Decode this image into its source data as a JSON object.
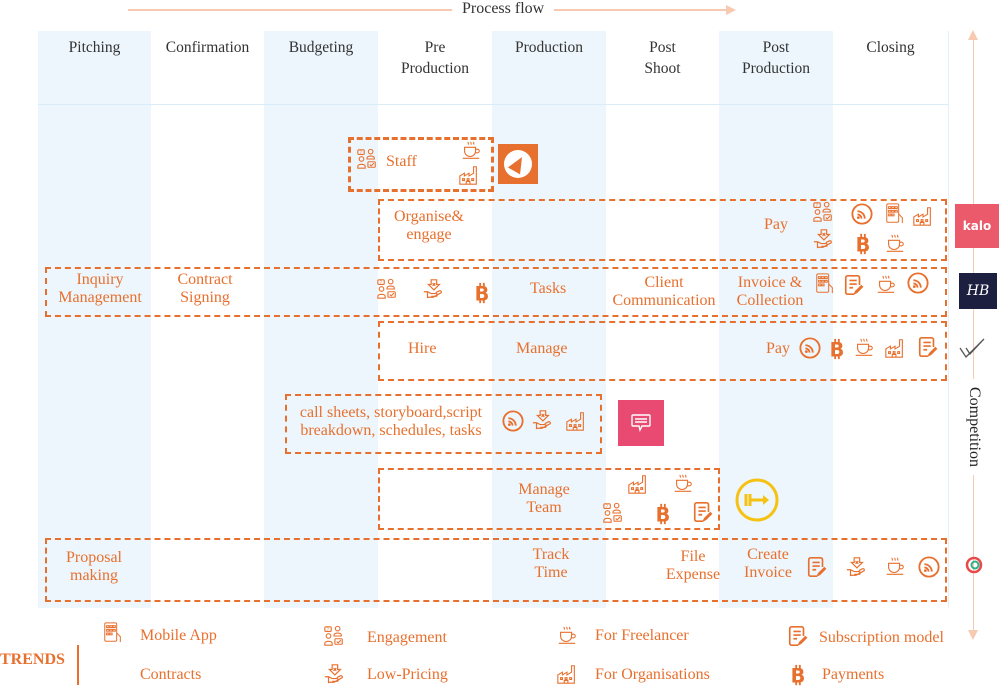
{
  "header": {
    "process_flow_label": "Process flow"
  },
  "stages": [
    {
      "line1": "Pitching",
      "line2": ""
    },
    {
      "line1": "Confirmation",
      "line2": ""
    },
    {
      "line1": "Budgeting",
      "line2": ""
    },
    {
      "line1": "Pre",
      "line2": "Production"
    },
    {
      "line1": "Production",
      "line2": ""
    },
    {
      "line1": "Post",
      "line2": "Shoot"
    },
    {
      "line1": "Post",
      "line2": "Production"
    },
    {
      "line1": "Closing",
      "line2": ""
    }
  ],
  "rows": {
    "staff": {
      "label": "Staff",
      "icons": [
        "engagement-icon",
        "freelancer-icon",
        "organisations-icon"
      ],
      "competitor": "location-arrow-logo",
      "competitor_color": "#e8702e"
    },
    "kalo": {
      "labels": [
        "Organise&",
        "engage",
        "Pay"
      ],
      "icons": [
        "engagement-icon",
        "low-pricing-icon",
        "subscription-rss-icon",
        "payments-icon",
        "mobile-app-icon",
        "freelancer-icon",
        "organisations-icon"
      ],
      "competitor": "kalo",
      "competitor_color": "#ea5a6b"
    },
    "honeybook": {
      "labels": [
        "Inquiry",
        "Management",
        "Contract",
        "Signing",
        "Tasks",
        "Client",
        "Communication",
        "Invoice &",
        "Collection"
      ],
      "icons": [
        "engagement-icon",
        "low-pricing-icon",
        "payments-icon",
        "mobile-app-icon",
        "subscription-model-icon",
        "freelancer-icon",
        "rss-icon"
      ],
      "competitor": "HB",
      "competitor_color": "#1c1f3f"
    },
    "checkmark": {
      "labels": [
        "Hire",
        "Manage",
        "Pay"
      ],
      "icons": [
        "rss-icon",
        "payments-icon",
        "freelancer-icon",
        "organisations-icon",
        "subscription-model-icon"
      ],
      "competitor": "checkmark-logo"
    },
    "callsheets": {
      "labels": [
        "call sheets, storyboard,script",
        "breakdown, schedules, tasks"
      ],
      "icons": [
        "rss-icon",
        "low-pricing-icon",
        "organisations-icon"
      ],
      "competitor": "chat-logo",
      "competitor_color": "#e84a72"
    },
    "team": {
      "labels": [
        "Manage",
        "Team"
      ],
      "icons": [
        "organisations-icon",
        "freelancer-icon",
        "engagement-icon",
        "payments-icon",
        "subscription-model-icon"
      ],
      "competitor": "arrow-circle-logo",
      "competitor_color": "#f5c211"
    },
    "invoice": {
      "labels": [
        "Proposal",
        "making",
        "Track",
        "Time",
        "File",
        "Expense",
        "Create",
        "Invoice"
      ],
      "icons": [
        "subscription-model-icon",
        "low-pricing-icon",
        "freelancer-icon",
        "rss-icon"
      ],
      "competitor": "circle-logo"
    }
  },
  "competition_label": "Competition",
  "competitors": {
    "kalo": "kalo",
    "honeybook": "HB"
  },
  "trends": {
    "title": "TRENDS",
    "items": [
      {
        "icon": "mobile-app-icon",
        "label": "Mobile App"
      },
      {
        "icon": "",
        "label": "Contracts"
      },
      {
        "icon": "engagement-icon",
        "label": "Engagement"
      },
      {
        "icon": "low-pricing-icon",
        "label": "Low-Pricing"
      },
      {
        "icon": "freelancer-icon",
        "label": "For Freelancer"
      },
      {
        "icon": "organisations-icon",
        "label": "For Organisations"
      },
      {
        "icon": "subscription-model-icon",
        "label": "Subscription model"
      },
      {
        "icon": "payments-icon",
        "label": "Payments"
      }
    ]
  },
  "colors": {
    "accent": "#e8702e",
    "column_blue": "#edf6fc",
    "arrow": "#f7c9b0"
  }
}
